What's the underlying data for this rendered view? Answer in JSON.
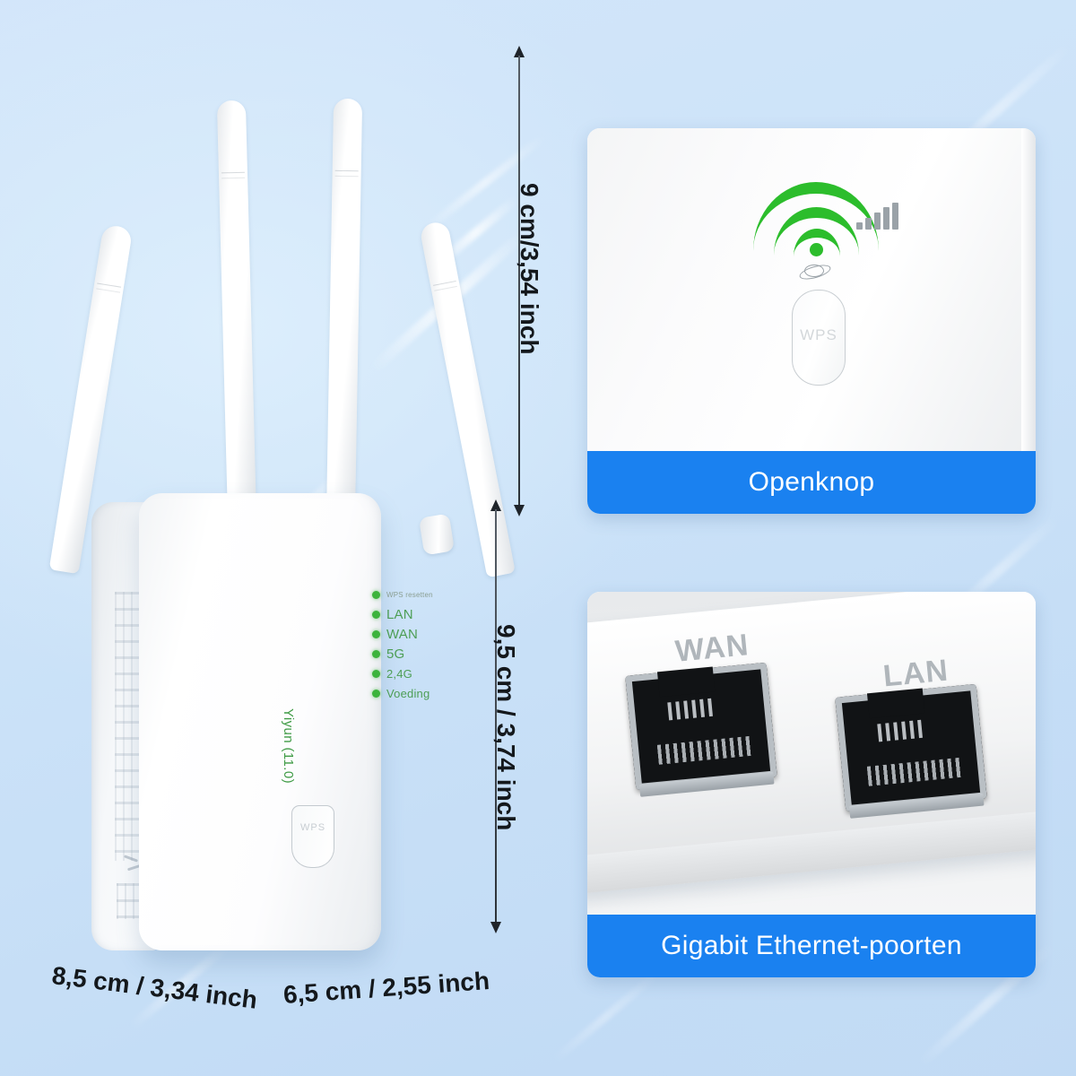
{
  "background": {
    "base_color": "#cde3f7",
    "accent_blue": "#1a81f0",
    "led_green": "#3cb33c"
  },
  "product": {
    "brand_text": "Yiyun (11.0)",
    "wps_button_label": "WPS",
    "leds": [
      {
        "label": "WPS resetten",
        "color": "#3cb33c"
      },
      {
        "label": "LAN",
        "color": "#3cb33c"
      },
      {
        "label": "WAN",
        "color": "#3cb33c"
      },
      {
        "label": "5G",
        "color": "#3cb33c"
      },
      {
        "label": "2,4G",
        "color": "#3cb33c"
      },
      {
        "label": "Voeding",
        "color": "#3cb33c"
      }
    ]
  },
  "dimensions": {
    "height_total": "9 cm/3,54 inch",
    "height_body": "9,5 cm / 3,74 inch",
    "width_left": "8,5 cm / 3,34 inch",
    "width_right": "6,5 cm / 2,55 inch"
  },
  "panels": [
    {
      "caption": "Openknop",
      "button_label": "WPS",
      "signal_bars": [
        8,
        13,
        19,
        25,
        30
      ]
    },
    {
      "caption": "Gigabit Ethernet-poorten",
      "port_labels": [
        "WAN",
        "LAN"
      ]
    }
  ]
}
